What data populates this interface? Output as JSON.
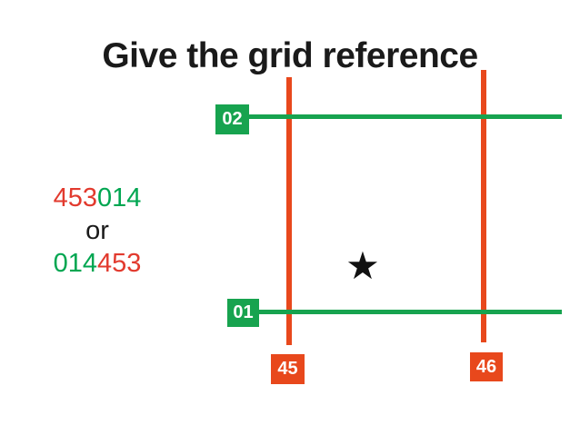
{
  "title": "Give the grid reference",
  "colors": {
    "grid-green": "#17a34f",
    "grid-red": "#e8481c",
    "digit-red": "#e23a2e",
    "digit-green": "#00a651",
    "title-black": "#1a1a1a"
  },
  "grid": {
    "northings": [
      {
        "label": "02"
      },
      {
        "label": "01"
      }
    ],
    "eastings": [
      {
        "label": "45"
      },
      {
        "label": "46"
      }
    ],
    "marker": {
      "glyph": "★"
    }
  },
  "answer": {
    "option1": {
      "easting": "453",
      "northing": "014"
    },
    "separator": "or",
    "option2": {
      "northing": "014",
      "easting": "453"
    }
  }
}
